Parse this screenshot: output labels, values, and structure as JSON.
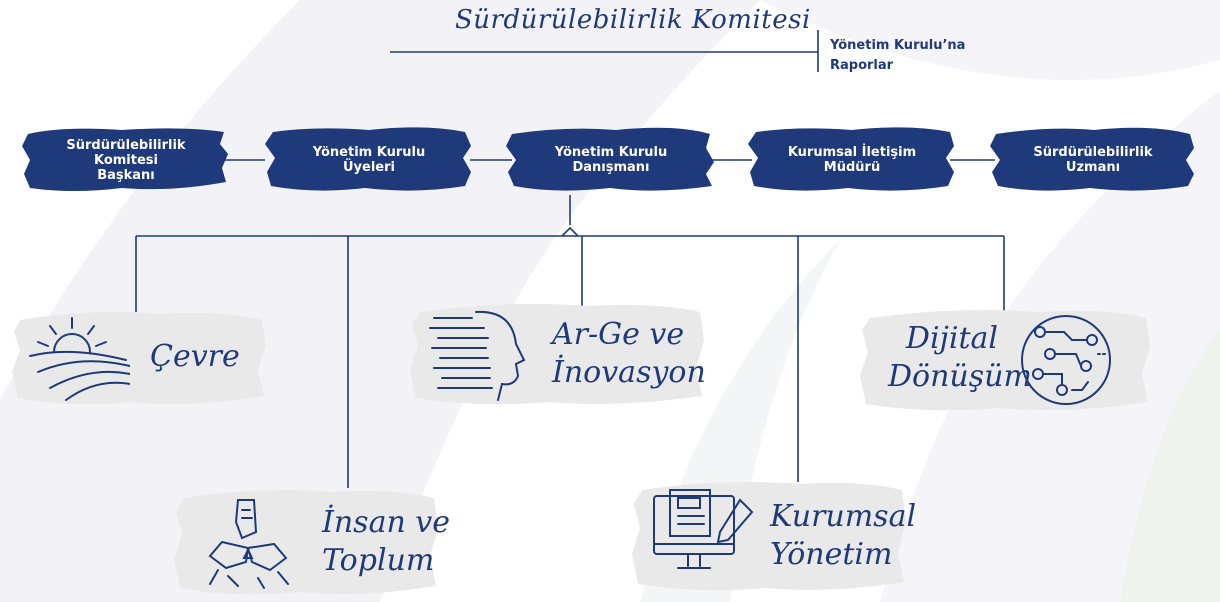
{
  "title": "Sürdürülebilirlik Komitesi",
  "reports_to": [
    "Yönetim Kurulu’na",
    "Raporlar"
  ],
  "roles": [
    {
      "lines": [
        "Sürdürülebilirlik",
        "Komitesi",
        "Başkanı"
      ]
    },
    {
      "lines": [
        "Yönetim Kurulu",
        "Üyeleri"
      ]
    },
    {
      "lines": [
        "Yönetim Kurulu",
        "Danışmanı"
      ]
    },
    {
      "lines": [
        "Kurumsal İletişim",
        "Müdürü"
      ]
    },
    {
      "lines": [
        "Sürdürülebilirlik",
        "Uzmanı"
      ]
    }
  ],
  "areas": [
    {
      "lines": [
        "Çevre"
      ],
      "icon": "sunrise-field-icon"
    },
    {
      "lines": [
        "İnsan ve",
        "Toplum"
      ],
      "icon": "joined-hands-icon"
    },
    {
      "lines": [
        "Ar-Ge ve",
        "İnovasyon"
      ],
      "icon": "ai-head-icon"
    },
    {
      "lines": [
        "Kurumsal",
        "Yönetim"
      ],
      "icon": "document-monitor-icon"
    },
    {
      "lines": [
        "Dijital",
        "Dönüşüm"
      ],
      "icon": "circuit-icon"
    }
  ],
  "colors": {
    "navy": "#1f3a7a",
    "patch": "#e9e9e9",
    "background_leaf": "#f1f0f6",
    "accent_leaf": "#eef3ee"
  }
}
